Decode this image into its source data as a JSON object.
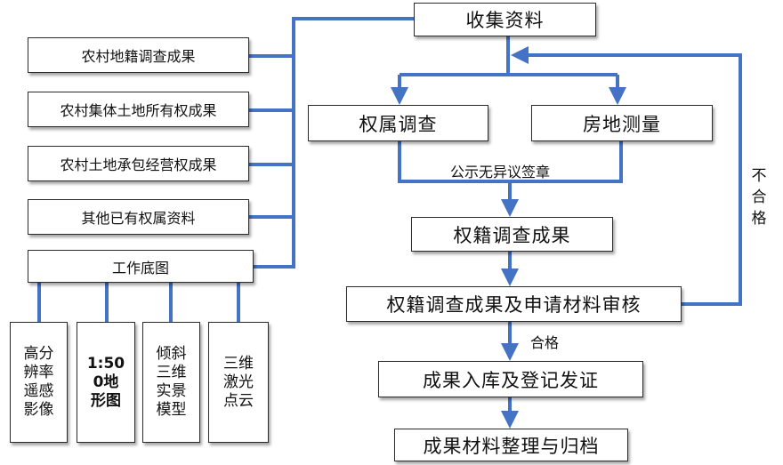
{
  "colors": {
    "connector": "#4472c4",
    "border": "#2b2b2b"
  },
  "sources": [
    "农村地籍调查成果",
    "农村集体土地所有权成果",
    "农村土地承包经营权成果",
    "其他已有权属资料",
    "工作底图"
  ],
  "basemaps": [
    [
      "高分",
      "辨率",
      "遥感",
      "影像"
    ],
    [
      "1:50",
      "0地",
      "形图"
    ],
    [
      "倾斜",
      "三维",
      "实景",
      "模型"
    ],
    [
      "三维",
      "激光",
      "点云"
    ]
  ],
  "flow": {
    "collect": "收集资料",
    "ownership": "权属调查",
    "survey": "房地测量",
    "publicity": "公示无异议签章",
    "result": "权籍调查成果",
    "review": "权籍调查成果及申请材料审核",
    "pass": "合格",
    "fail": "不合格",
    "storage": "成果入库及登记发证",
    "archive": "成果材料整理与归档"
  }
}
